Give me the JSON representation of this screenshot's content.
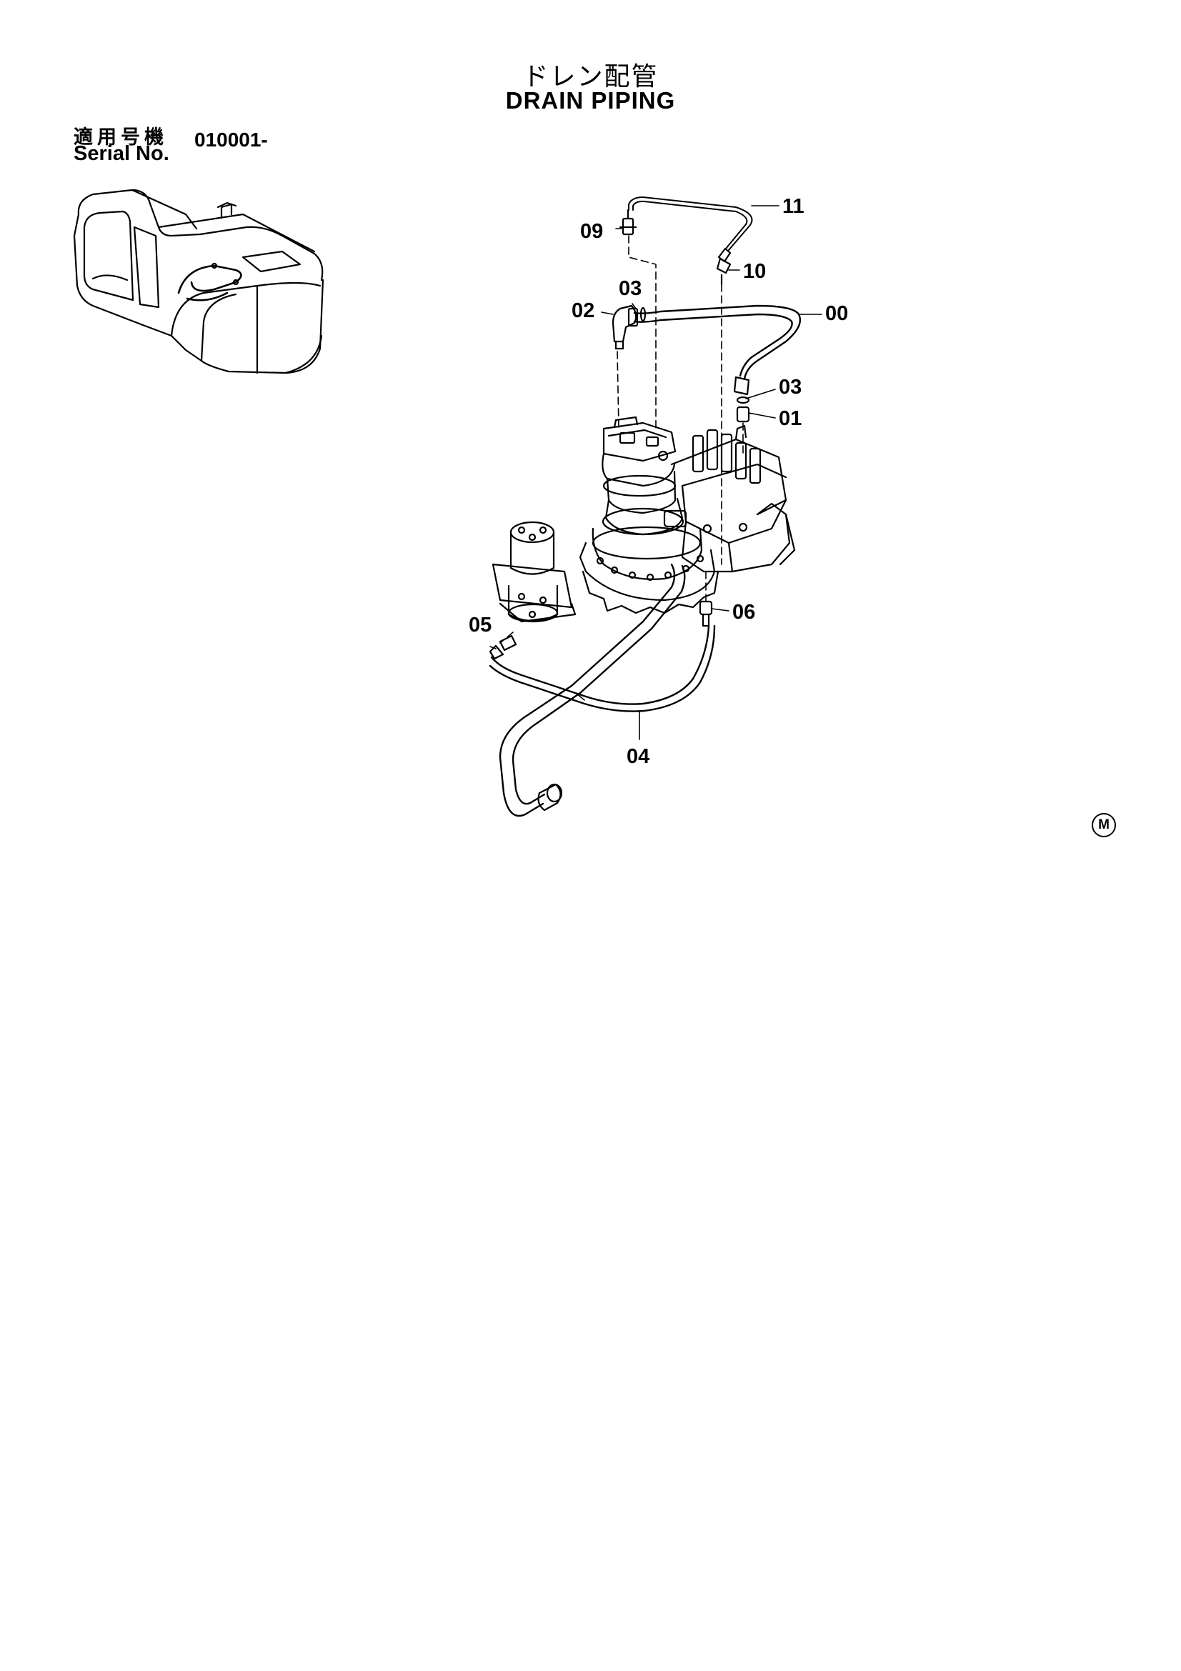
{
  "title": {
    "jp": "ドレン配管",
    "en": "DRAIN PIPING"
  },
  "serial": {
    "label_jp": "適用号機",
    "label_en": "Serial No.",
    "value": "010001-"
  },
  "callouts": {
    "c11": "11",
    "c09": "09",
    "c10": "10",
    "c03a": "03",
    "c02": "02",
    "c00": "00",
    "c03b": "03",
    "c01": "01",
    "c05": "05",
    "c06": "06",
    "c04": "04"
  },
  "mark": "M"
}
